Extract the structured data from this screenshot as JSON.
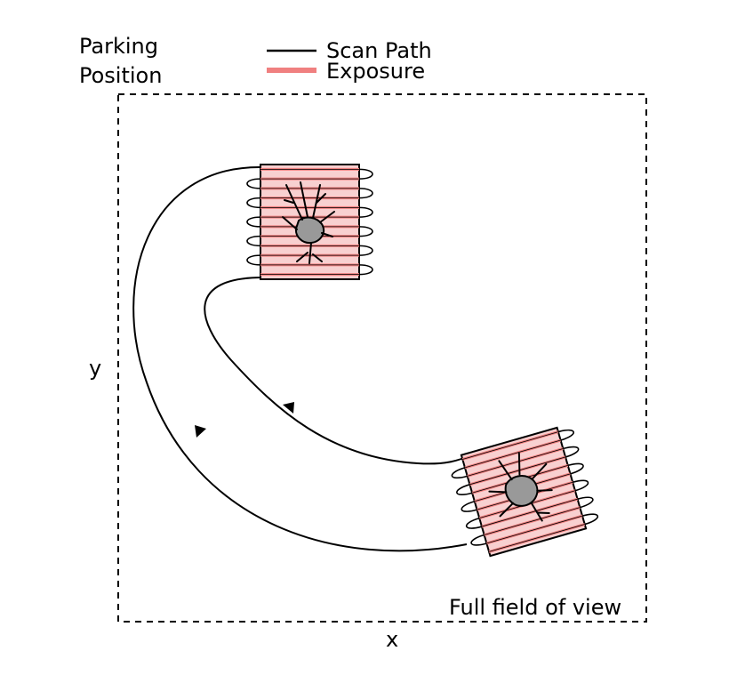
{
  "labels": {
    "parking_line1": "Parking",
    "parking_line2": "Position",
    "field": "Full field of view",
    "x_axis": "x",
    "y_axis": "y"
  },
  "legend": {
    "scan_path": "Scan Path",
    "exposure": "Exposure"
  },
  "colors": {
    "path": "#000000",
    "exposure": "#f08080",
    "roi_fill": "#f8d0d0",
    "neuron_fill": "#999999"
  }
}
